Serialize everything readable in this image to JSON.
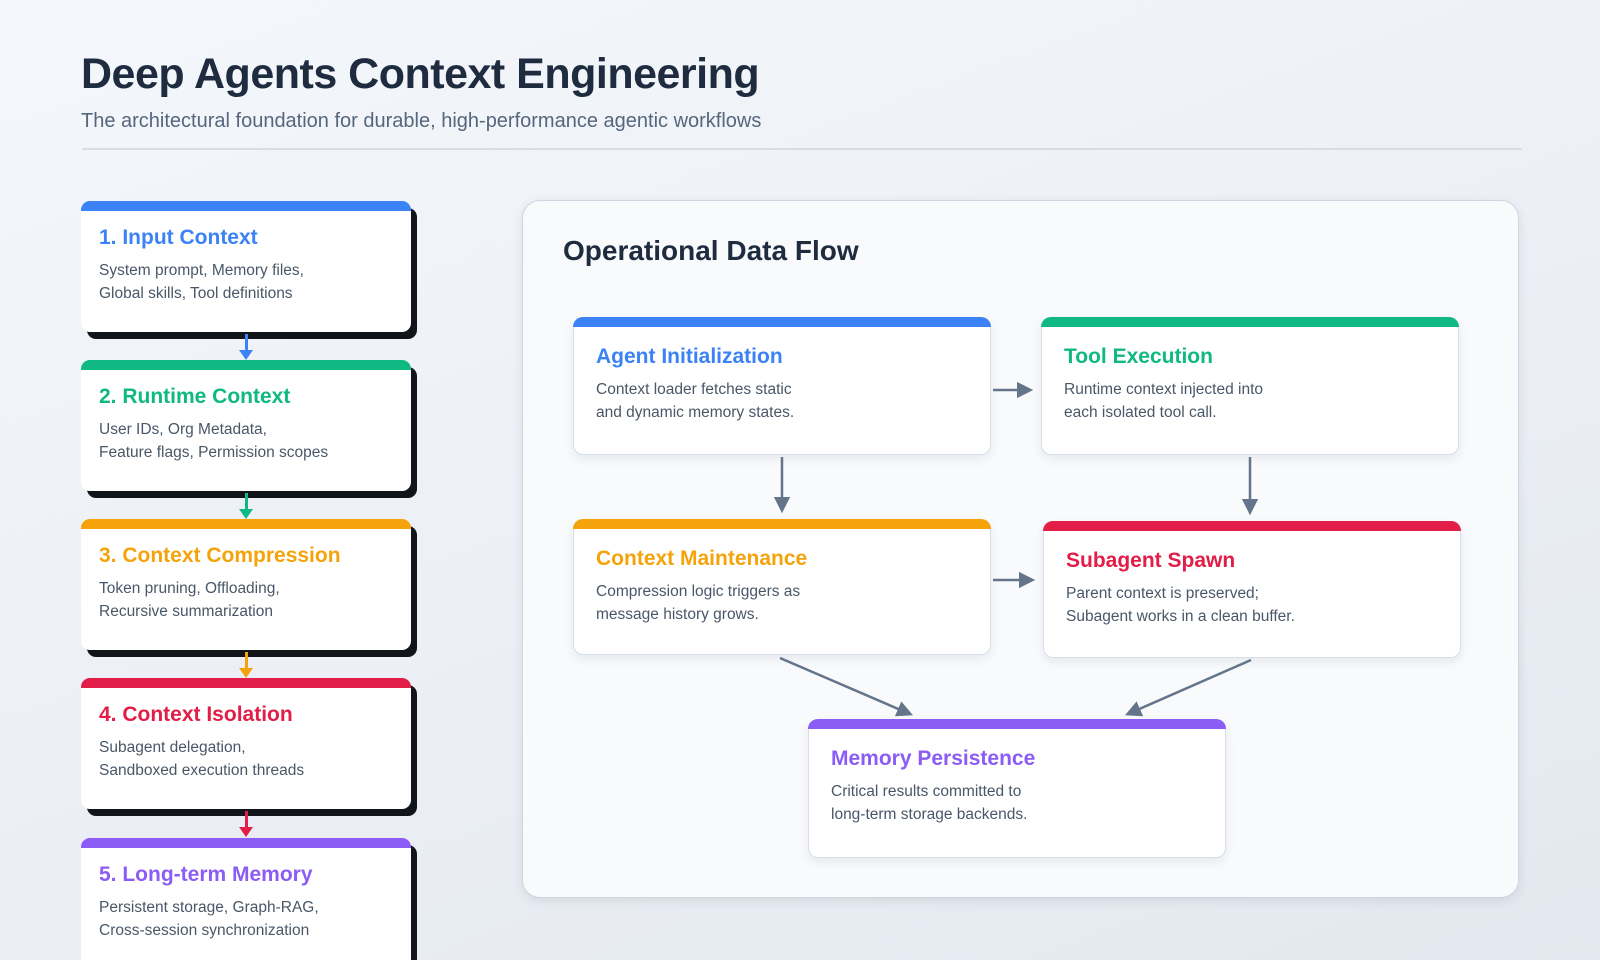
{
  "header": {
    "title": "Deep Agents Context Engineering",
    "subtitle": "The architectural foundation for durable, high-performance agentic workflows"
  },
  "colors": {
    "blue": "#3b82f6",
    "green": "#10b981",
    "orange": "#f5a30b",
    "red": "#e11d48",
    "purple": "#8b5cf6",
    "arrow": "#64748b"
  },
  "pipeline": {
    "cards": [
      {
        "title": "1. Input Context",
        "body": "System prompt, Memory files,\nGlobal skills, Tool definitions",
        "color": "#3b82f6"
      },
      {
        "title": "2. Runtime Context",
        "body": "User IDs, Org Metadata,\nFeature flags, Permission scopes",
        "color": "#10b981"
      },
      {
        "title": "3. Context Compression",
        "body": "Token pruning, Offloading,\nRecursive summarization",
        "color": "#f5a30b"
      },
      {
        "title": "4. Context Isolation",
        "body": "Subagent delegation,\nSandboxed execution threads",
        "color": "#e11d48"
      },
      {
        "title": "5. Long-term Memory",
        "body": "Persistent storage, Graph-RAG,\nCross-session synchronization",
        "color": "#8b5cf6"
      }
    ]
  },
  "flow": {
    "heading": "Operational Data Flow",
    "nodes": [
      {
        "title": "Agent Initialization",
        "body": "Context loader fetches static\nand dynamic memory states.",
        "color": "#3b82f6"
      },
      {
        "title": "Tool Execution",
        "body": "Runtime context injected into\neach isolated tool call.",
        "color": "#10b981"
      },
      {
        "title": "Context Maintenance",
        "body": "Compression logic triggers as\nmessage history grows.",
        "color": "#f5a30b"
      },
      {
        "title": "Subagent Spawn",
        "body": "Parent context is preserved;\nSubagent works in a clean buffer.",
        "color": "#e11d48"
      },
      {
        "title": "Memory Persistence",
        "body": "Critical results committed to\nlong-term storage backends.",
        "color": "#8b5cf6"
      }
    ]
  }
}
